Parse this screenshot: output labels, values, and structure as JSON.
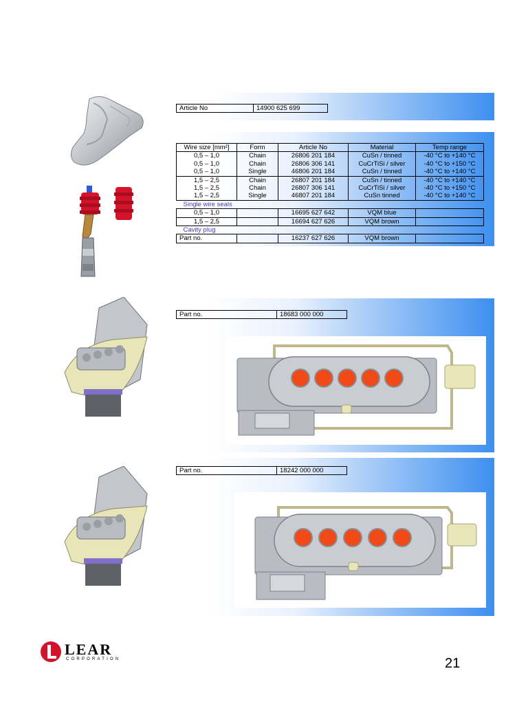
{
  "section1": {
    "article_label": "Article No",
    "article_value": "14900 625 699",
    "headers": [
      "Wire size [mm²]",
      "Form",
      "Article No",
      "Material",
      "Temp range"
    ],
    "rows": [
      [
        "0,5 – 1,0",
        "Chain",
        "26806 201 184",
        "CuSn / tinned",
        "-40 °C to +140 °C"
      ],
      [
        "0,5 – 1,0",
        "Chain",
        "26806 306 141",
        "CuCrTiSi / silver",
        "-40 °C to +150 °C"
      ],
      [
        "0,5 – 1,0",
        "Single",
        "46806 201 184",
        "CuSn / tinned",
        "-40 °C to +140 °C"
      ],
      [
        "1,5 – 2,5",
        "Chain",
        "26807 201 184",
        "CuSn / tinned",
        "-40 °C to +140 °C"
      ],
      [
        "1,5 – 2,5",
        "Chain",
        "26807 306 141",
        "CuCrTiSi / silver",
        "-40 °C to +150 °C"
      ],
      [
        "1,5 – 2,5",
        "Single",
        "46807 201 184",
        "CuSn tinned",
        "-40 °C to +140 °C"
      ]
    ],
    "seals_label": "Single wire seals",
    "seals": [
      [
        "0,5 – 1,0",
        "",
        "16695 627 642",
        "VQM blue",
        ""
      ],
      [
        "1,5 – 2,5",
        "",
        "16694 627 626",
        "VQM brown",
        ""
      ]
    ],
    "plug_label": "Cavity plug",
    "plug": [
      "Part no.",
      "",
      "16237 627 626",
      "VQM brown",
      ""
    ]
  },
  "section2": {
    "part_label": "Part no.",
    "part_value": "18683 000 000"
  },
  "section3": {
    "part_label": "Part no.",
    "part_value": "18242 000 000"
  },
  "footer": {
    "logo_text": "LEAR",
    "logo_sub": "CORPORATION",
    "page_number": "21"
  },
  "colors": {
    "panel_blue": "#3d8ff0",
    "seal_red": "#d4132a",
    "pin_orange": "#f04a18",
    "connector_gray": "#b9bcc2",
    "latch_yellow": "#e8e6b8",
    "label_blue": "#3b3bc4"
  }
}
